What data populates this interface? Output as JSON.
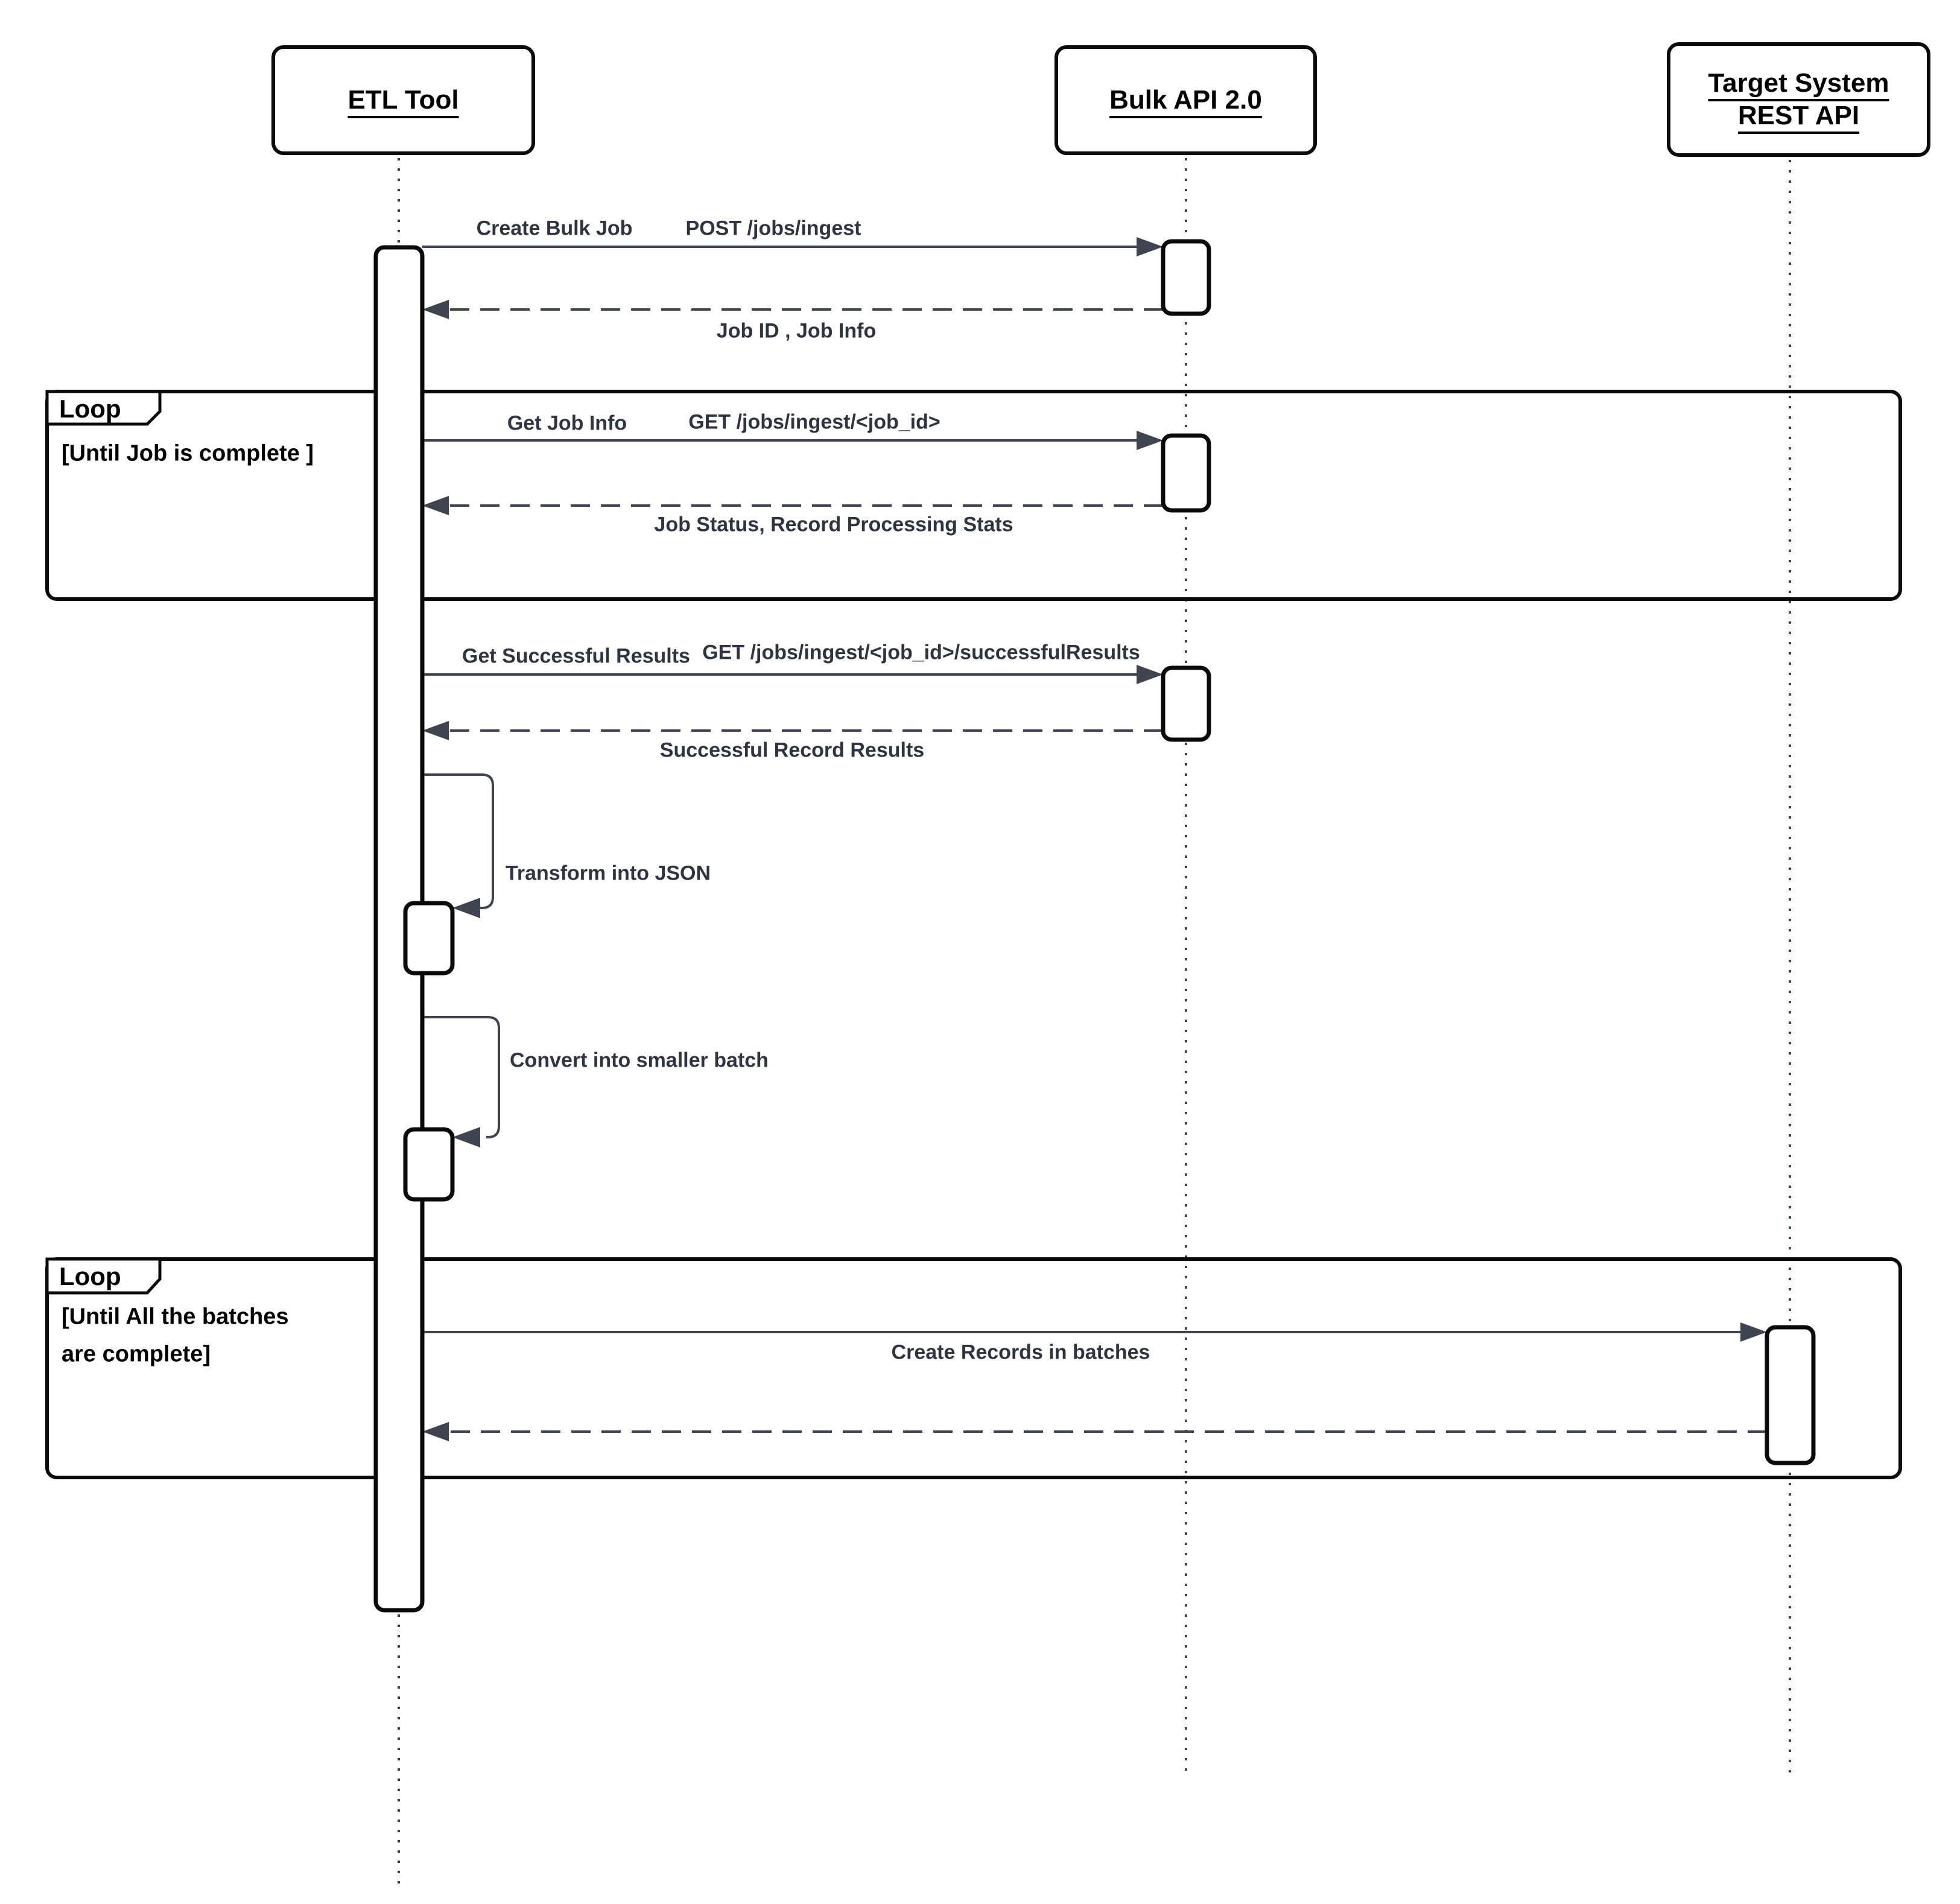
{
  "colors": {
    "background": "#ffffff",
    "frame": "#0a0a0a",
    "line": "#3e4450",
    "message_text": "#2f3540",
    "text": "#000000"
  },
  "participants": [
    {
      "label": "ETL Tool"
    },
    {
      "label": "Bulk API 2.0"
    },
    {
      "label": "Target System",
      "label2": "REST API"
    }
  ],
  "loops": [
    {
      "label": "Loop",
      "condition_line1": "[Until Job is complete ]",
      "condition_line2": ""
    },
    {
      "label": "Loop",
      "condition_line1": "[Until All the batches",
      "condition_line2": "are complete]"
    }
  ],
  "messages": [
    {
      "type": "request",
      "label": "Create Bulk Job",
      "endpoint": "POST /jobs/ingest"
    },
    {
      "type": "return",
      "label": "Job ID , Job Info"
    },
    {
      "type": "request",
      "label": "Get Job Info",
      "endpoint": "GET /jobs/ingest/<job_id>"
    },
    {
      "type": "return",
      "label": "Job Status, Record Processing Stats"
    },
    {
      "type": "request",
      "label": "Get Successful Results",
      "endpoint": "GET /jobs/ingest/<job_id>/successfulResults"
    },
    {
      "type": "return",
      "label": "Successful Record Results"
    },
    {
      "type": "self",
      "label": "Transform into JSON"
    },
    {
      "type": "self",
      "label": "Convert into smaller batch"
    },
    {
      "type": "request",
      "label": "Create Records in batches"
    }
  ]
}
